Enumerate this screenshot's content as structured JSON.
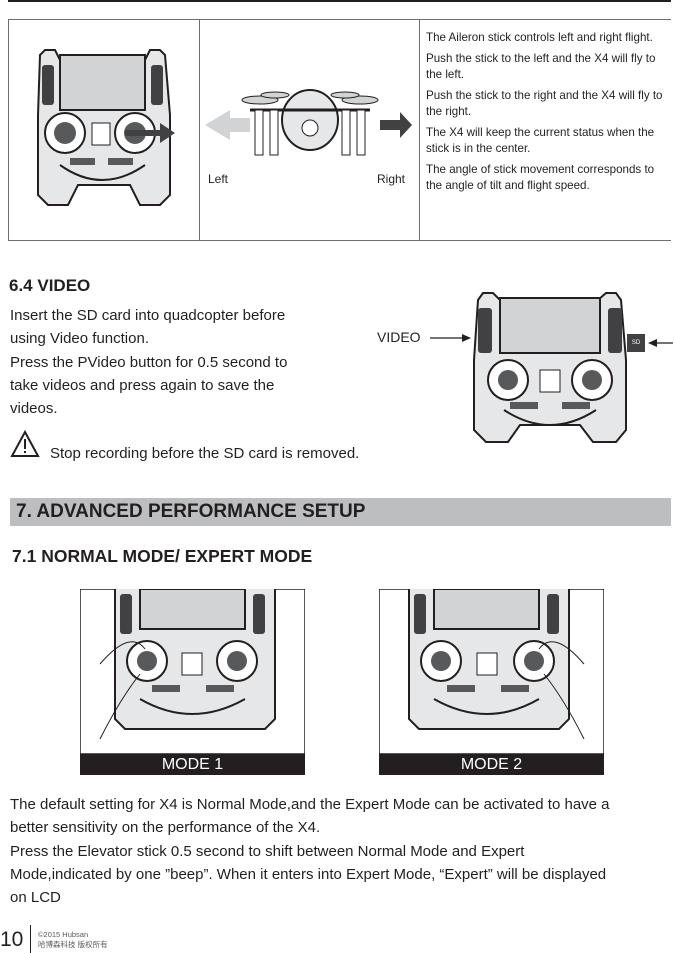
{
  "aileron": {
    "left_label": "Left",
    "right_label": "Right",
    "paragraphs": [
      "The Aileron stick controls left and right flight.",
      "Push the stick to the left and the X4 will fly to the left.",
      "Push the stick to the right and the X4 will fly to the right.",
      "The X4 will keep the current status when the stick is in the center.",
      "The angle of stick movement corresponds to the angle of tilt and flight speed."
    ]
  },
  "video": {
    "heading": "6.4 VIDEO",
    "line1": "Insert the SD card into quadcopter before",
    "line2": "using Video function.",
    "line3": "Press the PVideo button for 0.5 second to",
    "line4": "take videos and press again to save the",
    "line5": "videos.",
    "warning": "Stop recording before the SD card is removed.",
    "video_label": "VIDEO",
    "sd_label": "SD"
  },
  "advanced": {
    "band_title": "7. ADVANCED PERFORMANCE SETUP",
    "subheading": "7.1 NORMAL MODE/ EXPERT MODE",
    "mode1": "MODE 1",
    "mode2": "MODE 2",
    "p1_line1": "The default setting for X4 is Normal Mode,and the Expert Mode can be activated to have a",
    "p1_line2": "better sensitivity on the performance of the X4.",
    "p2_line1": "Press the Elevator stick 0.5 second to shift between Normal Mode and Expert",
    "p2_line2": "Mode,indicated by one ”beep”. When it enters into Expert Mode, “Expert” will be displayed",
    "p2_line3": "on LCD"
  },
  "footer": {
    "page_number": "10",
    "copyright": "©2015  Hubsan",
    "chinese": "哈博森科技    版权所有"
  }
}
